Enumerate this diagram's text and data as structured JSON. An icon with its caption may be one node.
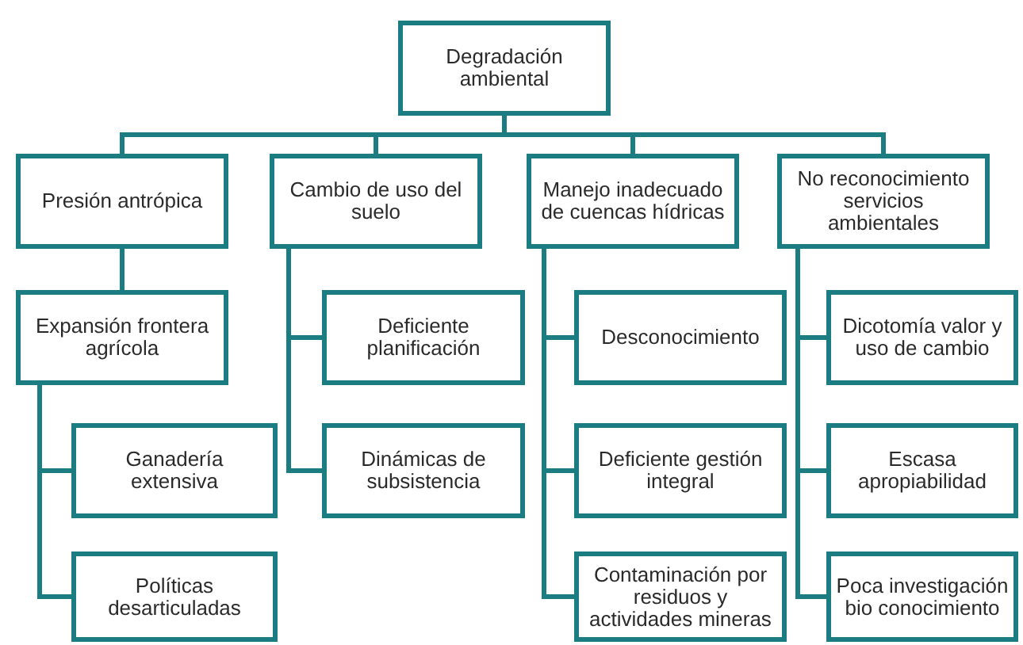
{
  "diagram": {
    "nodes": [
      {
        "text": [
          "Degradación ambiental"
        ]
      },
      {
        "text": [
          "Presión antrópica"
        ]
      },
      {
        "text": [
          "Cambio de uso del suelo"
        ]
      },
      {
        "text": [
          "Manejo inadecuado de cuencas hídricas"
        ]
      },
      {
        "text": [
          "No reconocimiento servicios ambientales"
        ]
      },
      {
        "text": [
          "Expansión frontera agrícola"
        ]
      },
      {
        "text": [
          "Deficiente planificación"
        ]
      },
      {
        "text": [
          "Desconocimiento"
        ]
      },
      {
        "text": [
          "Dicotomía valor y uso de cambio"
        ]
      },
      {
        "text": [
          "Ganadería extensiva"
        ]
      },
      {
        "text": [
          "Dinámicas de subsistencia"
        ]
      },
      {
        "text": [
          "Deficiente gestión integral"
        ]
      },
      {
        "text": [
          "Escasa apropiabilidad"
        ]
      },
      {
        "text": [
          "Políticas desarticuladas"
        ]
      },
      {
        "text": [
          "Contaminación por residuos y actividades mineras"
        ]
      },
      {
        "text": [
          "Poca investigación bio conocimiento"
        ]
      }
    ],
    "edges": [
      {
        "from": 0,
        "to": 1,
        "arrow": "none"
      },
      {
        "from": 0,
        "to": 2,
        "arrow": "none"
      },
      {
        "from": 0,
        "to": 3,
        "arrow": "none"
      },
      {
        "from": 0,
        "to": 4,
        "arrow": "none"
      },
      {
        "from": 1,
        "to": 5,
        "arrow": "none"
      },
      {
        "from": 5,
        "to": 9,
        "arrow": "none"
      },
      {
        "from": 5,
        "to": 13,
        "arrow": "none"
      },
      {
        "from": 2,
        "to": 6,
        "arrow": "none"
      },
      {
        "from": 2,
        "to": 10,
        "arrow": "none"
      },
      {
        "from": 3,
        "to": 7,
        "arrow": "none"
      },
      {
        "from": 3,
        "to": 11,
        "arrow": "none"
      },
      {
        "from": 3,
        "to": 14,
        "arrow": "none"
      },
      {
        "from": 4,
        "to": 8,
        "arrow": "none"
      },
      {
        "from": 4,
        "to": 12,
        "arrow": "none"
      },
      {
        "from": 4,
        "to": 15,
        "arrow": "none"
      }
    ]
  }
}
